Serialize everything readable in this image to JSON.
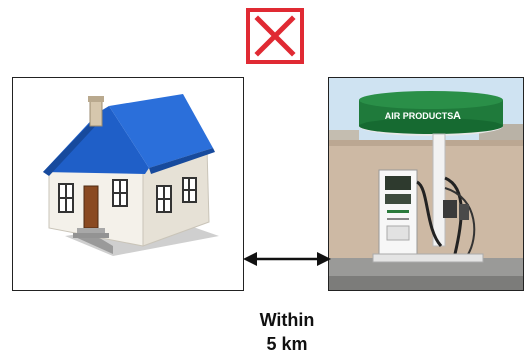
{
  "prohibited_icon": "close-x-icon",
  "colors": {
    "prohibited_red": "#e02a33",
    "roof_blue": "#1f5fc8",
    "canopy_green": "#1f7a3b"
  },
  "station": {
    "brand_text": "AIR PRODUCTS",
    "logo_mark": "A"
  },
  "distance": {
    "line1": "Within",
    "line2": "5 km"
  }
}
